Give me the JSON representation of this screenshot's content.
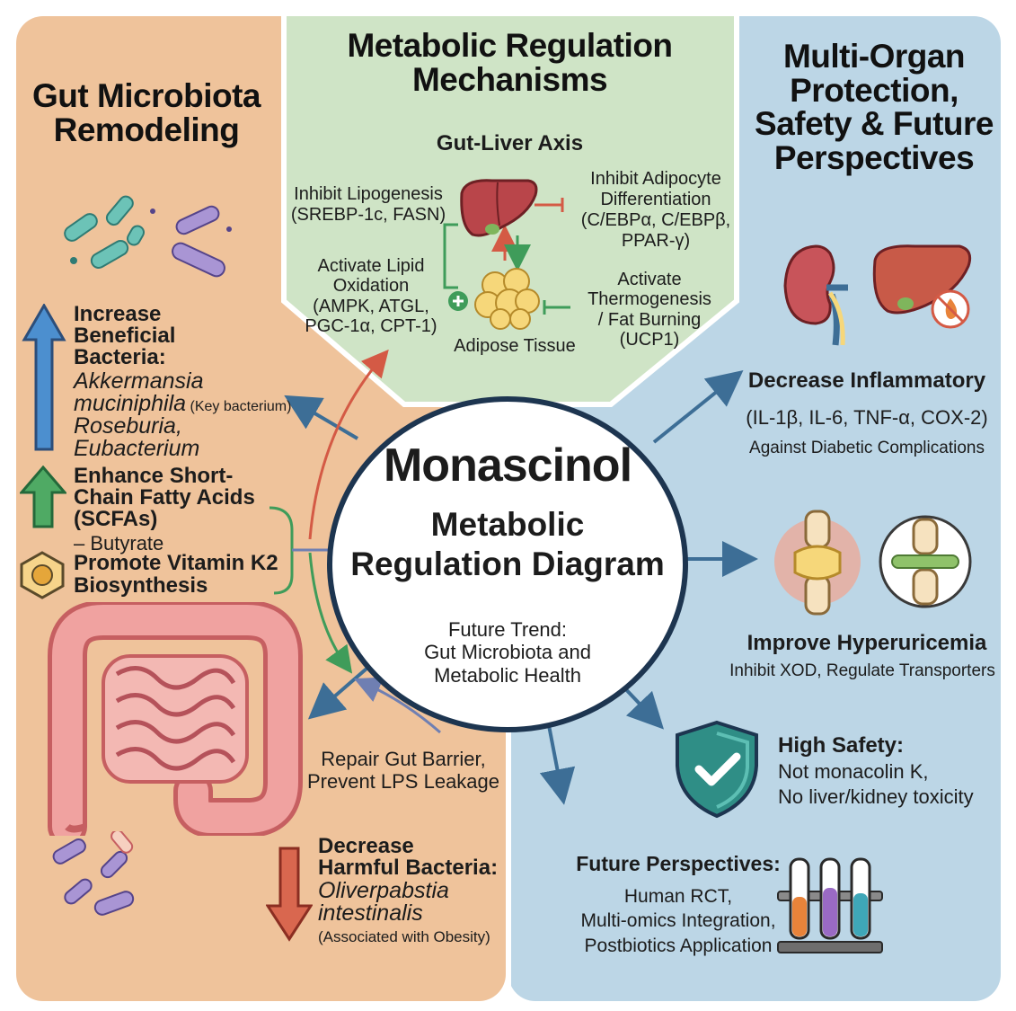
{
  "colors": {
    "left_panel": "#efc39b",
    "middle_panel": "#cfe4c6",
    "right_panel": "#bcd6e6",
    "center_circle": "#ffffff",
    "arrow_blue": "#3d6e96",
    "arrow_green": "#3f9c5a",
    "arrow_red": "#d45a45"
  },
  "left": {
    "title": "Gut Microbiota Remodeling",
    "increase_label": "Increase Beneficial Bacteria:",
    "increase_species_1": "Akkermansia",
    "increase_species_2": "muciniphila",
    "increase_note": "(Key bacterium)",
    "increase_species_3": "Roseburia,",
    "increase_species_4": "Eubacterium",
    "scfa_label": "Enhance Short-Chain Fatty Acids (SCFAs)",
    "scfa_detail": "– Butyrate",
    "vitk2_label": "Promote Vitamin K2 Biosynthesis",
    "barrier_line1": "Repair Gut Barrier,",
    "barrier_line2": "Prevent LPS Leakage",
    "decrease_label_1": "Decrease",
    "decrease_label_2": "Harmful Bacteria:",
    "decrease_species_1": "Oliverpabstia",
    "decrease_species_2": "intestinalis",
    "decrease_note": "(Associated with Obesity)"
  },
  "middle": {
    "title_line1": "Metabolic Regulation",
    "title_line2": "Mechanisms",
    "axis_label": "Gut-Liver Axis",
    "lipogenesis_1": "Inhibit Lipogenesis",
    "lipogenesis_2": "(SREBP-1c, FASN)",
    "adipocyte_1": "Inhibit Adipocyte",
    "adipocyte_2": "Differentiation",
    "adipocyte_3": "(C/EBPα, C/EBPβ,",
    "adipocyte_4": "PPAR-γ)",
    "oxidation_1": "Activate Lipid",
    "oxidation_2": "Oxidation",
    "oxidation_3": "(AMPK, ATGL,",
    "oxidation_4": "PGC-1α, CPT-1)",
    "thermo_1": "Activate",
    "thermo_2": "Thermogenesis",
    "thermo_3": "/ Fat Burning",
    "thermo_4": "(UCP1)",
    "adipose_label": "Adipose Tissue"
  },
  "center": {
    "title": "Monascinol",
    "subtitle_1": "Metabolic",
    "subtitle_2": "Regulation Diagram",
    "future_1": "Future Trend:",
    "future_2": "Gut Microbiota and",
    "future_3": "Metabolic Health"
  },
  "right": {
    "title_line1": "Multi-Organ",
    "title_line2": "Protection,",
    "title_line3": "Safety & Future",
    "title_line4": "Perspectives",
    "inflam_label": "Decrease Inflammatory",
    "inflam_markers": "(IL-1β, IL-6, TNF-α, COX-2)",
    "inflam_note": "Against Diabetic Complications",
    "uric_label": "Improve Hyperuricemia",
    "uric_note": "Inhibit XOD, Regulate Transporters",
    "safety_label": "High Safety:",
    "safety_1": "Not monacolin K,",
    "safety_2": "No liver/kidney toxicity",
    "future_label": "Future Perspectives:",
    "future_1": "Human RCT,",
    "future_2": "Multi-omics Integration,",
    "future_3": "Postbiotics Application"
  }
}
